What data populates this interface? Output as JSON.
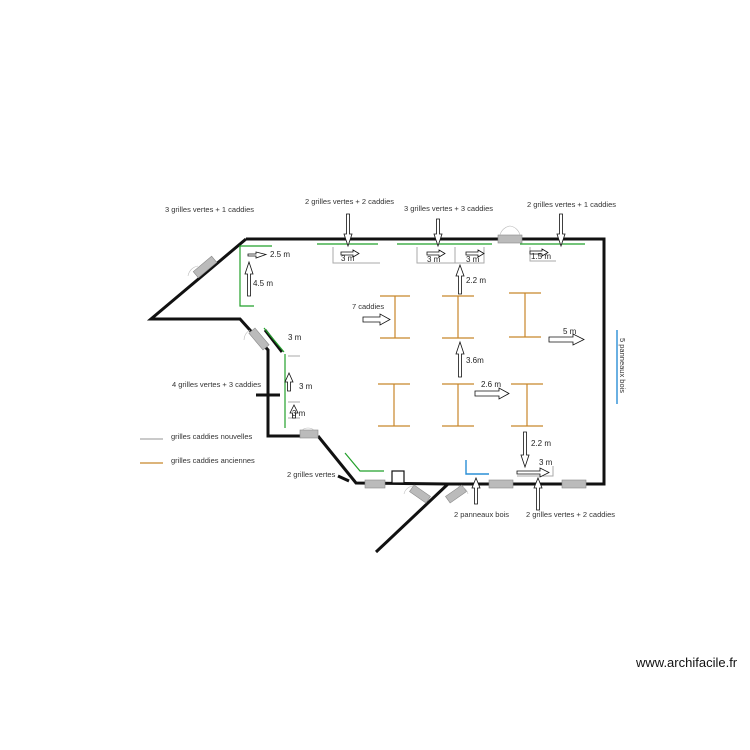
{
  "colors": {
    "wall": "#111111",
    "green": "#22a02a",
    "gray": "#aaaaaa",
    "orange": "#c8862a",
    "blue": "#2a8fd6",
    "door": "#bbbbbb"
  },
  "labels": {
    "top_left": "3 grilles vertes + 1 caddies",
    "top_mid1": "2 grilles vertes + 2 caddies",
    "top_mid2": "3 grilles vertes + 3 caddies",
    "top_right": "2 grilles vertes + 1 caddies",
    "left_side": "4 grilles vertes + 3 caddies",
    "bottom_left": "2 grilles vertes",
    "bottom_mid": "2 panneaux bois",
    "bottom_right": "2 grilles vertes + 2 caddies",
    "right_vertical": "5 panneaux bois",
    "caddies_7": "7 caddies"
  },
  "dims": {
    "d1": "2.5  m",
    "d2": "4.5  m",
    "d3": "3  m",
    "d4": "3  m",
    "d5": "3  m",
    "d6": "1.5 m",
    "d7": "2.2 m",
    "d8": "3  m",
    "d9": "3  m",
    "d10": "3.6m",
    "d11": "2.6 m",
    "d12": "5 m",
    "d13": "2.2 m",
    "d14": "3  m",
    "d15": "3 m"
  },
  "legend": {
    "new_label": "grilles caddies nouvelles",
    "old_label": "grilles caddies anciennes"
  },
  "watermark": "www.archifacile.fr"
}
